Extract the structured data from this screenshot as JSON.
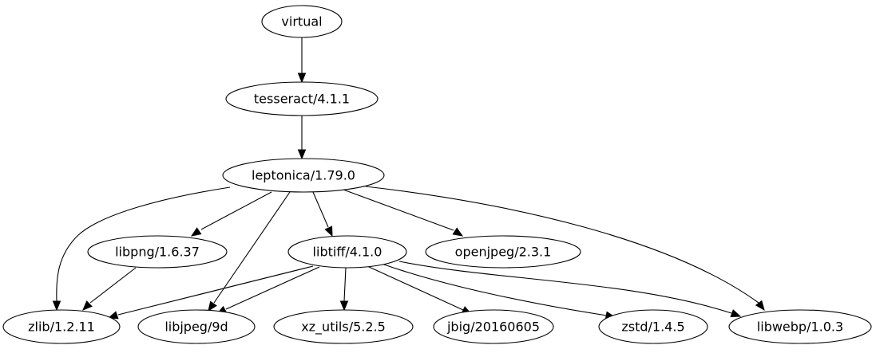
{
  "graph": {
    "nodes": [
      {
        "id": "virtual",
        "label": "virtual"
      },
      {
        "id": "tesseract",
        "label": "tesseract/4.1.1"
      },
      {
        "id": "leptonica",
        "label": "leptonica/1.79.0"
      },
      {
        "id": "libpng",
        "label": "libpng/1.6.37"
      },
      {
        "id": "libtiff",
        "label": "libtiff/4.1.0"
      },
      {
        "id": "openjpeg",
        "label": "openjpeg/2.3.1"
      },
      {
        "id": "zlib",
        "label": "zlib/1.2.11"
      },
      {
        "id": "libjpeg",
        "label": "libjpeg/9d"
      },
      {
        "id": "xz_utils",
        "label": "xz_utils/5.2.5"
      },
      {
        "id": "jbig",
        "label": "jbig/20160605"
      },
      {
        "id": "zstd",
        "label": "zstd/1.4.5"
      },
      {
        "id": "libwebp",
        "label": "libwebp/1.0.3"
      }
    ],
    "edges": [
      {
        "from": "virtual",
        "to": "tesseract"
      },
      {
        "from": "tesseract",
        "to": "leptonica"
      },
      {
        "from": "leptonica",
        "to": "zlib"
      },
      {
        "from": "leptonica",
        "to": "libpng"
      },
      {
        "from": "leptonica",
        "to": "libjpeg"
      },
      {
        "from": "leptonica",
        "to": "libtiff"
      },
      {
        "from": "leptonica",
        "to": "openjpeg"
      },
      {
        "from": "leptonica",
        "to": "libwebp"
      },
      {
        "from": "libpng",
        "to": "zlib"
      },
      {
        "from": "libtiff",
        "to": "zlib"
      },
      {
        "from": "libtiff",
        "to": "libjpeg"
      },
      {
        "from": "libtiff",
        "to": "xz_utils"
      },
      {
        "from": "libtiff",
        "to": "jbig"
      },
      {
        "from": "libtiff",
        "to": "zstd"
      },
      {
        "from": "libtiff",
        "to": "libwebp"
      }
    ]
  }
}
